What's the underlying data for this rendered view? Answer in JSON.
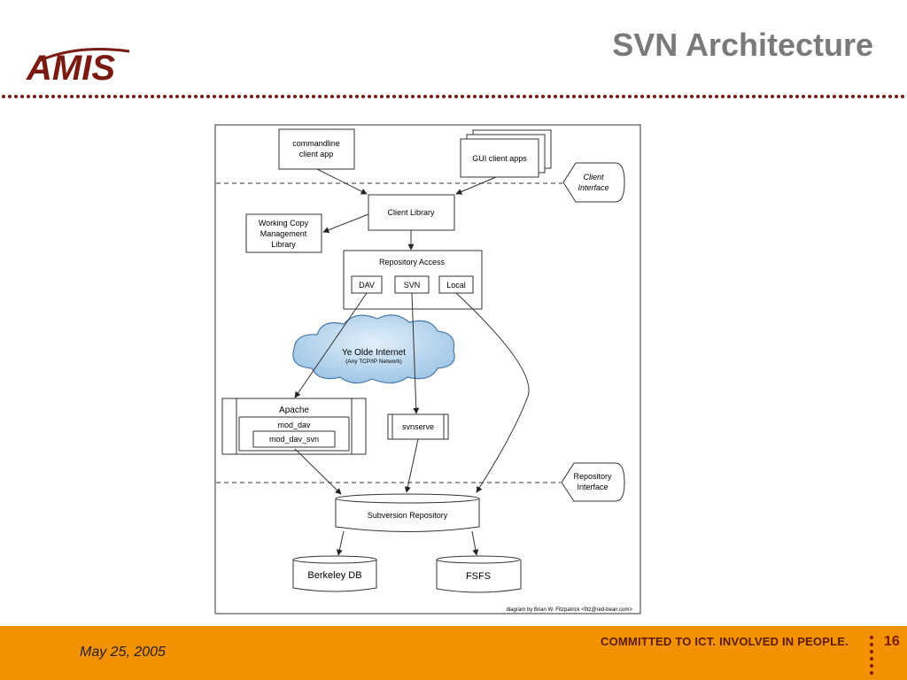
{
  "header": {
    "logo_text": "AMIS",
    "title": "SVN Architecture",
    "accent_color": "#7a1a10"
  },
  "diagram": {
    "regions": {
      "client_interface": [
        "Client",
        "Interface"
      ],
      "repository_interface": [
        "Repository",
        "Interface"
      ]
    },
    "nodes": {
      "commandline": [
        "commandline",
        "client app"
      ],
      "gui": "GUI client apps",
      "client_library": "Client Library",
      "working_copy": [
        "Working Copy",
        "Management",
        "Library"
      ],
      "repository_access": "Repository Access",
      "dav": "DAV",
      "svn": "SVN",
      "local": "Local",
      "internet": "Ye Olde Internet",
      "internet_sub": "(Any TCP/IP Network)",
      "apache": "Apache",
      "mod_dav": "mod_dav",
      "mod_dav_svn": "mod_dav_svn",
      "svnserve": "svnserve",
      "repository": "Subversion Repository",
      "berkeley": "Berkeley DB",
      "fsfs": "FSFS"
    },
    "credit": "diagram by Brian W. Fitzpatrick <fitz@red-bean.com>"
  },
  "footer": {
    "date": "May 25, 2005",
    "slogan": "COMMITTED TO ICT. INVOLVED IN PEOPLE.",
    "page_number": "16",
    "bar_color": "#f39200"
  }
}
